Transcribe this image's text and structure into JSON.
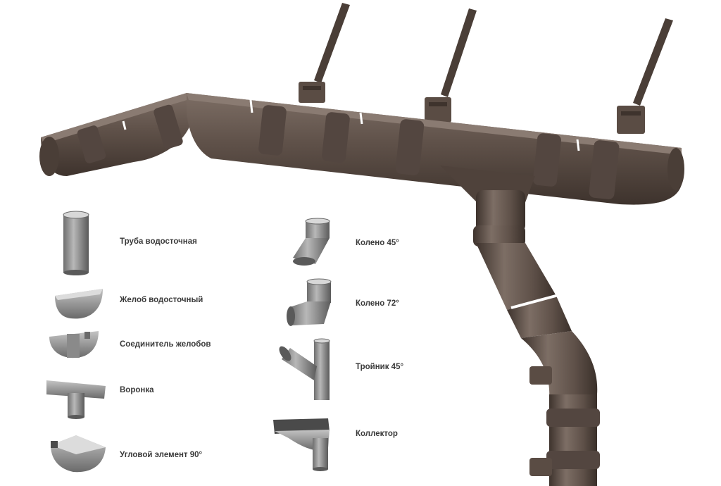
{
  "colors": {
    "pipe_main": "#5f5149",
    "pipe_dark": "#3e332d",
    "pipe_light": "#8a7b72",
    "part_gray": "#9a9a9a",
    "part_dark": "#5c5c5c",
    "background": "#ffffff",
    "label_text": "#3a3a3a"
  },
  "parts_left": [
    {
      "label": "Труба водосточная",
      "icon": "pipe-icon"
    },
    {
      "label": "Желоб водосточный",
      "icon": "gutter-icon"
    },
    {
      "label": "Соединитель желобов",
      "icon": "gutter-connector-icon"
    },
    {
      "label": "Воронка",
      "icon": "funnel-icon"
    },
    {
      "label": "Угловой элемент 90°",
      "icon": "corner-element-icon"
    }
  ],
  "parts_right": [
    {
      "label": "Колено 45°",
      "icon": "elbow-45-icon"
    },
    {
      "label": "Колено 72°",
      "icon": "elbow-72-icon"
    },
    {
      "label": "Тройник 45°",
      "icon": "tee-45-icon"
    },
    {
      "label": "Коллектор",
      "icon": "collector-icon"
    }
  ]
}
